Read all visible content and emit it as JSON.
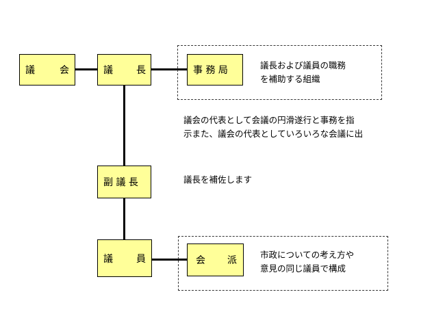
{
  "nodes": {
    "gikai": {
      "c1": "議",
      "c2": "会"
    },
    "gicho": {
      "c1": "議",
      "c2": "長"
    },
    "jimukyoku": {
      "label": "事 務 局"
    },
    "fukugicho": {
      "label": "副 議 長"
    },
    "giin": {
      "c1": "議",
      "c2": "員"
    },
    "kaiha": {
      "c1": "会",
      "c2": "派"
    }
  },
  "notes": {
    "jimukyoku": [
      "議長および議員の職務",
      "を補助する組織"
    ],
    "gicho": [
      "議会の代表として会議の円滑遂行と事務を指",
      "示また、議会の代表としていろいろな会議に出"
    ],
    "fukugicho": "議長を補佐します",
    "kaiha": [
      "市政についての考え方や",
      "意見の同じ議員で構成"
    ]
  },
  "colors": {
    "box_fill": "#ffff99",
    "line": "#000000"
  }
}
